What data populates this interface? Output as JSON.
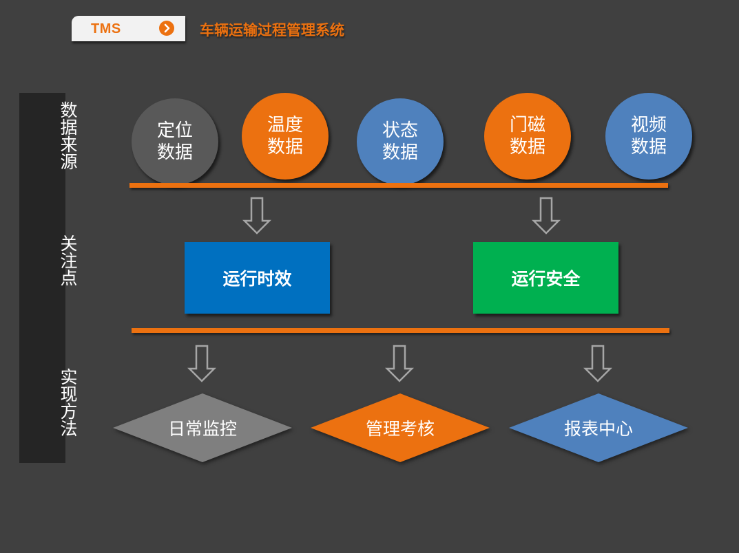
{
  "header": {
    "badge_label": "TMS",
    "badge_icon": "chevron-right-circle-icon",
    "title": "车辆运输过程管理系统"
  },
  "sidebar": {
    "sections": [
      {
        "label": "数据来源"
      },
      {
        "label": "关注点"
      },
      {
        "label": "实现方法"
      }
    ]
  },
  "data_sources": [
    {
      "line1": "定位",
      "line2": "数据",
      "color": "#595959"
    },
    {
      "line1": "温度",
      "line2": "数据",
      "color": "#ec7110"
    },
    {
      "line1": "状态",
      "line2": "数据",
      "color": "#4f81bd"
    },
    {
      "line1": "门磁",
      "line2": "数据",
      "color": "#ec7110"
    },
    {
      "line1": "视频",
      "line2": "数据",
      "color": "#4f81bd"
    }
  ],
  "focus_points": [
    {
      "label": "运行时效",
      "color": "#0070c0"
    },
    {
      "label": "运行安全",
      "color": "#00b050"
    }
  ],
  "methods": [
    {
      "label": "日常监控",
      "color": "#7f7f7f"
    },
    {
      "label": "管理考核",
      "color": "#ec7110"
    },
    {
      "label": "报表中心",
      "color": "#4f81bd"
    }
  ],
  "colors": {
    "accent": "#ec7110",
    "background": "#404040",
    "sidebar": "#252525",
    "arrow_stroke": "#a6a6a6"
  }
}
